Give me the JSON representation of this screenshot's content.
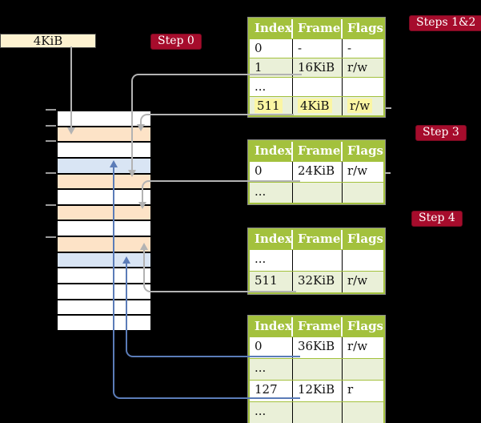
{
  "colors": {
    "white": "#ffffff",
    "peach": "#fde3c7",
    "blue": "#d9e5f4",
    "green_row": "#eaf0d8",
    "green_header": "#a3c13d",
    "cream": "#fdf2d0",
    "crimson": "#a60c2c",
    "yellow": "#fbf6a3",
    "gray_line": "#b3b3b3",
    "blue_line": "#5b7cb8"
  },
  "page_box": {
    "label": "4KiB"
  },
  "badges": {
    "step0": "Step 0",
    "steps12": "Steps 1&2",
    "step3": "Step 3",
    "step4": "Step 4"
  },
  "tables": {
    "headers": [
      "Index",
      "Frame",
      "Flags"
    ],
    "t1": {
      "rows": [
        {
          "index": "0",
          "frame": "-",
          "flags": "-",
          "bg": "white"
        },
        {
          "index": "1",
          "frame": "16KiB",
          "flags": "r/w",
          "bg": "green_row"
        },
        {
          "index": "...",
          "frame": "",
          "flags": "",
          "bg": "white"
        },
        {
          "index": "511",
          "frame": "4KiB",
          "flags": "r/w",
          "bg": "green_row",
          "highlighted": true
        }
      ]
    },
    "t2": {
      "rows": [
        {
          "index": "0",
          "frame": "24KiB",
          "flags": "r/w",
          "bg": "white"
        },
        {
          "index": "...",
          "frame": "",
          "flags": "",
          "bg": "green_row"
        }
      ]
    },
    "t3": {
      "rows": [
        {
          "index": "...",
          "frame": "",
          "flags": "",
          "bg": "white"
        },
        {
          "index": "511",
          "frame": "32KiB",
          "flags": "r/w",
          "bg": "green_row"
        }
      ]
    },
    "t4": {
      "rows": [
        {
          "index": "0",
          "frame": "36KiB",
          "flags": "r/w",
          "bg": "white"
        },
        {
          "index": "...",
          "frame": "",
          "flags": "",
          "bg": "green_row"
        },
        {
          "index": "127",
          "frame": "12KiB",
          "flags": "r",
          "bg": "white"
        },
        {
          "index": "...",
          "frame": "",
          "flags": "",
          "bg": "green_row"
        }
      ]
    }
  },
  "memory_column": {
    "rows": [
      "white",
      "peach",
      "white",
      "blue",
      "peach",
      "white",
      "peach",
      "white",
      "peach",
      "blue",
      "white",
      "white",
      "white",
      "white"
    ]
  }
}
